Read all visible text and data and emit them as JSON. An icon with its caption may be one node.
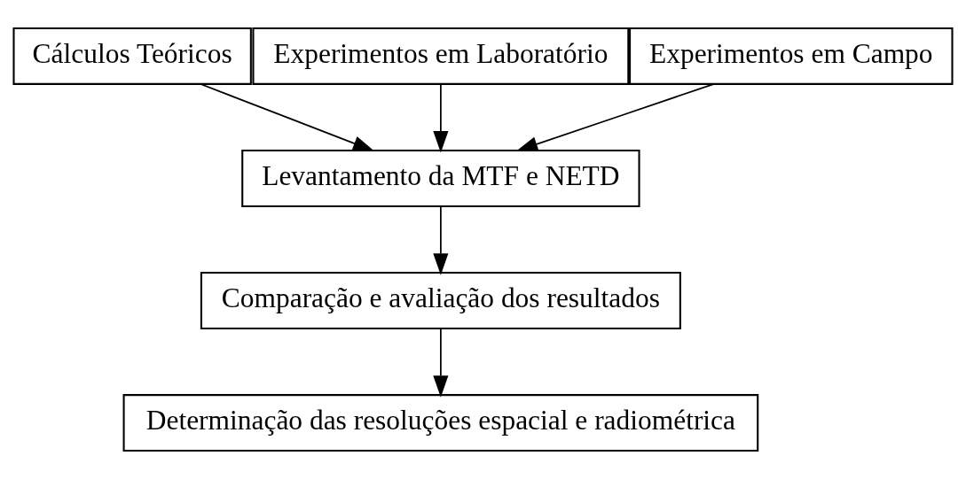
{
  "diagram": {
    "nodes": [
      {
        "text": [
          "Cálculos Teóricos"
        ]
      },
      {
        "text": [
          "Experimentos em Laboratório"
        ]
      },
      {
        "text": [
          "Experimentos em Campo"
        ]
      },
      {
        "text": [
          "Levantamento da MTF e NETD"
        ]
      },
      {
        "text": [
          "Comparação e avaliação dos resultados"
        ]
      },
      {
        "text": [
          "Determinação das resoluções espacial e radiométrica"
        ]
      }
    ],
    "edges": [
      {
        "from": 0,
        "to": 3,
        "arrow": "to"
      },
      {
        "from": 1,
        "to": 3,
        "arrow": "to"
      },
      {
        "from": 2,
        "to": 3,
        "arrow": "to"
      },
      {
        "from": 3,
        "to": 4,
        "arrow": "to"
      },
      {
        "from": 4,
        "to": 5,
        "arrow": "to"
      }
    ]
  }
}
